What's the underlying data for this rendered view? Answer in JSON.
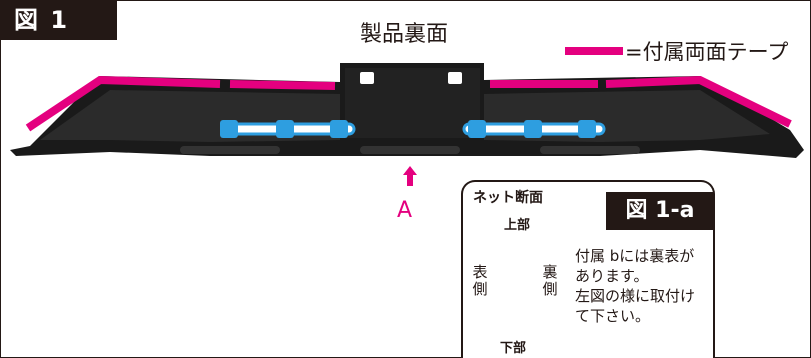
{
  "figure": {
    "label": "図 1",
    "title": "製品裏面",
    "legend": {
      "text": "=付属両面テープ",
      "color": "#e4007f"
    },
    "arrow_label": "A"
  },
  "inset": {
    "label": "図 1-a",
    "net_title": "ネット断面",
    "top": "上部",
    "bottom": "下部",
    "front": "表側",
    "back": "裏側",
    "note_lines": [
      "付属 bには裏表が",
      "あります。",
      "左図の様に取付け",
      "て下さい。"
    ]
  },
  "colors": {
    "tape": "#e4007f",
    "part": "#1a1a1a",
    "clip": "#2e9ee0",
    "frame": "#231815"
  }
}
